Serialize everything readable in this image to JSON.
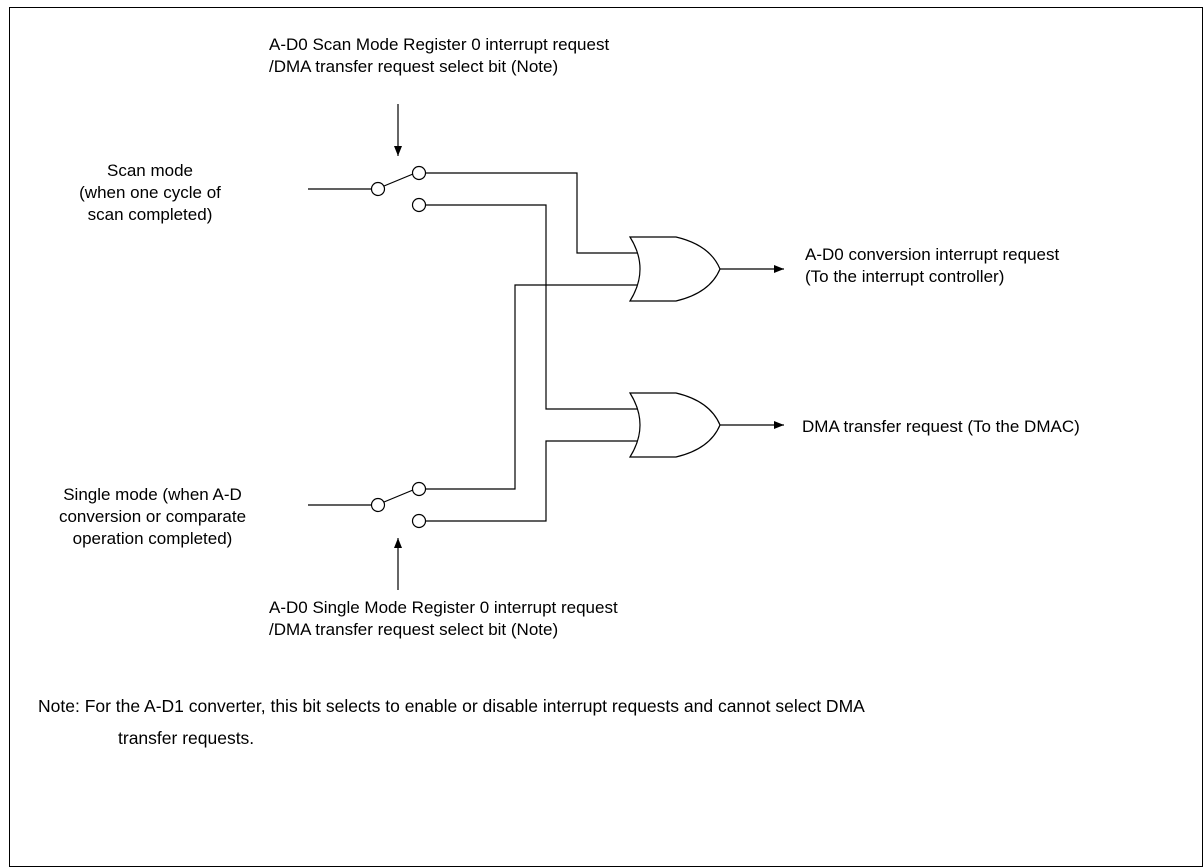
{
  "scan_select_label": [
    "A-D0 Scan Mode Register 0 interrupt request",
    "/DMA transfer request select bit (Note)"
  ],
  "scan_input_label": [
    "Scan mode",
    "(when one cycle of",
    "scan completed)"
  ],
  "single_input_label": [
    "Single mode (when A-D",
    "conversion or comparate",
    "operation completed)"
  ],
  "single_select_label": [
    "A-D0 Single Mode Register 0 interrupt request",
    "/DMA transfer request select bit (Note)"
  ],
  "interrupt_output_label": [
    "A-D0 conversion interrupt request",
    "(To the interrupt controller)"
  ],
  "dma_output_label": "DMA transfer request (To the DMAC)",
  "note": {
    "line1": "Note: For the A-D1 converter, this bit selects to enable or disable interrupt requests and cannot select DMA",
    "line2": "transfer requests."
  }
}
